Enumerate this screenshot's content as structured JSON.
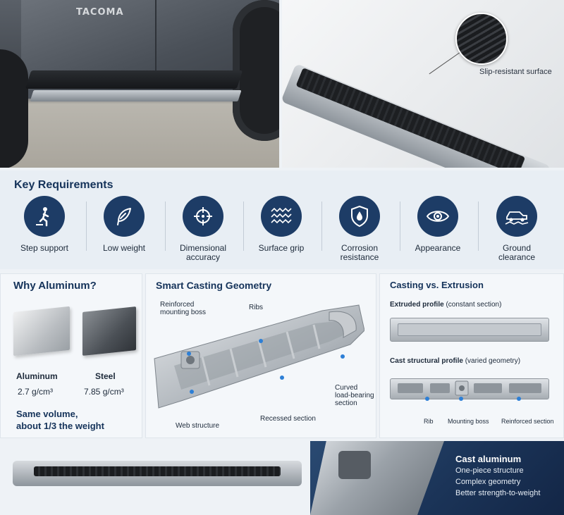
{
  "hero": {
    "truck_badge": "TACOMA",
    "surface_caption": "Slip-resistant surface"
  },
  "requirements": {
    "title": "Key Requirements",
    "items": [
      {
        "label": "Step support",
        "icon": "person-stepping-icon"
      },
      {
        "label": "Low weight",
        "icon": "feather-icon"
      },
      {
        "label": "Dimensional accuracy",
        "icon": "crosshair-icon"
      },
      {
        "label": "Surface grip",
        "icon": "grip-texture-icon"
      },
      {
        "label": "Corrosion resistance",
        "icon": "shield-droplet-icon"
      },
      {
        "label": "Appearance",
        "icon": "eye-icon"
      },
      {
        "label": "Ground clearance",
        "icon": "car-clearance-icon"
      }
    ]
  },
  "why_aluminum": {
    "title": "Why Aluminum?",
    "aluminum_name": "Aluminum",
    "aluminum_density": "2.7 g/cm³",
    "steel_name": "Steel",
    "steel_density": "7.85 g/cm³",
    "note_line1": "Same volume,",
    "note_line2": "about 1/3 the weight"
  },
  "geometry": {
    "title": "Smart Casting Geometry",
    "label_boss_1": "Reinforced",
    "label_boss_2": "mounting boss",
    "label_ribs": "Ribs",
    "label_curved_1": "Curved",
    "label_curved_2": "load-bearing",
    "label_curved_3": "section",
    "label_recessed": "Recessed section",
    "label_web": "Web structure"
  },
  "comparison": {
    "title": "Casting vs. Extrusion",
    "extruded_bold": "Extruded profile",
    "extruded_note": "(constant section)",
    "cast_bold": "Cast structural profile",
    "cast_note": "(varied geometry)",
    "label_rib": "Rib",
    "label_boss": "Mounting boss",
    "label_reinforced": "Reinforced section"
  },
  "summary": {
    "title": "Cast aluminum",
    "line1": "One-piece structure",
    "line2": "Complex geometry",
    "line3": "Better strength-to-weight"
  },
  "colors": {
    "navy": "#1d3c66",
    "accent_blue": "#2d7fd6",
    "panel_bg": "#f4f7fa"
  }
}
